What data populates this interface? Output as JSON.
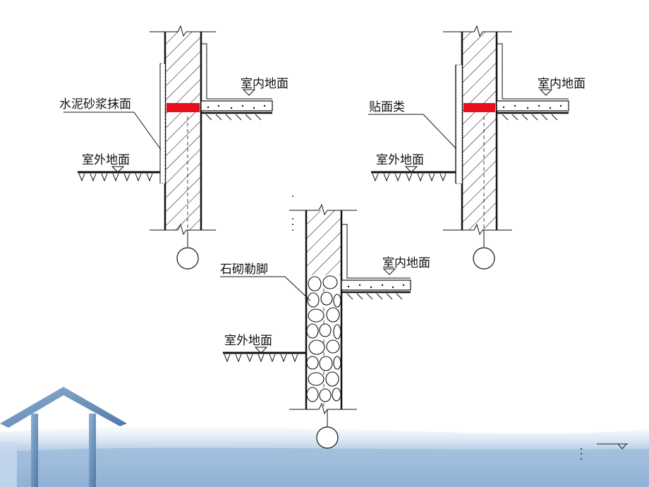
{
  "diagrams": [
    {
      "id": "plaster",
      "callout_label": "水泥砂浆抹面",
      "indoor_label": "室内地面",
      "outdoor_label": "室外地面"
    },
    {
      "id": "tile",
      "callout_label": "贴面类",
      "indoor_label": "室内地面",
      "outdoor_label": "室外地面"
    },
    {
      "id": "stone",
      "callout_label": "石砌勒脚",
      "indoor_label": "室内地面",
      "outdoor_label": "室外地面"
    }
  ],
  "colors": {
    "damp_proof_course": "#e8101a",
    "line": "#111111",
    "house_logo": "#6c8fb5",
    "footer_band": "#a9c4e0"
  },
  "decor": {
    "house_logo_icon": "house-outline-icon"
  }
}
